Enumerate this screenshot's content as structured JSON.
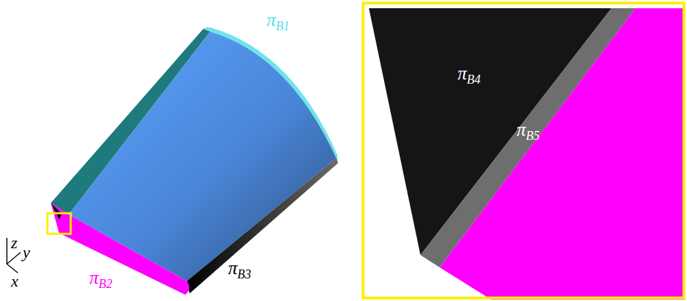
{
  "diagram": {
    "labels": [
      "πB1",
      "πB2",
      "πB3",
      "z",
      "y",
      "x",
      "πB4",
      "πB5"
    ]
  }
}
